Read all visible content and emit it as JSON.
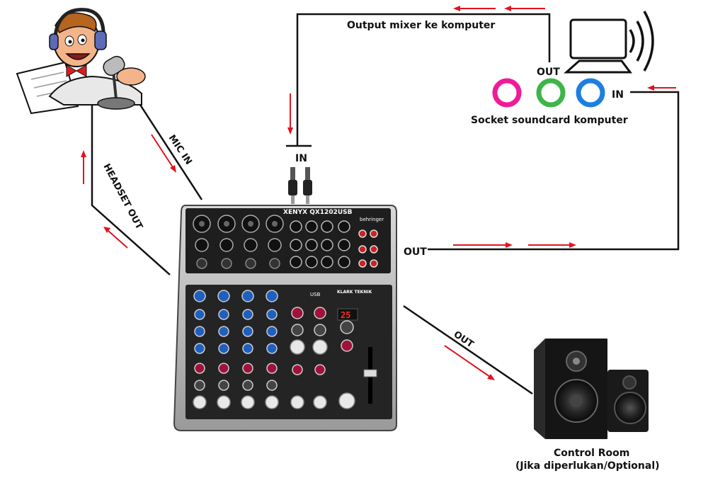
{
  "labels": {
    "output_mixer": "Output mixer ke komputer",
    "out_computer": "OUT",
    "in_computer": "IN",
    "socket_soundcard": "Socket soundcard komputer",
    "in_mixer": "IN",
    "out_mixer_right": "OUT",
    "mic_in": "MIC IN",
    "headset_out": "HEADSET OUT",
    "out_speaker": "OUT",
    "control_room": "Control Room",
    "optional_note": "(Jika diperlukan/Optional)"
  },
  "mixer": {
    "model_text": "XENYX QX1202USB",
    "brand": "behringer",
    "klark_text": "KLARK TEKNIK",
    "fx_display": "25",
    "usb_text": "USB"
  },
  "colors": {
    "signal_arrow": "#e0141e",
    "socket_pink": "#ee1b9a",
    "socket_green": "#3eb549",
    "socket_blue": "#1d7fe0",
    "wire": "#111111"
  },
  "icons": {
    "announcer": "announcer-cartoon-icon",
    "computer": "computer-monitor-icon",
    "sound_waves": "sound-waves-icon",
    "speakers": "studio-monitor-speakers-icon",
    "jack_plugs": "jack-plugs-icon"
  }
}
